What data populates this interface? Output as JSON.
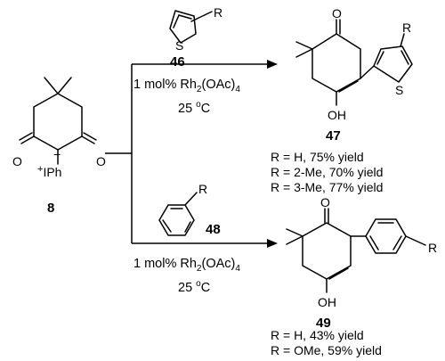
{
  "starting_material": {
    "number": "8",
    "iodonium_label": "+IPh"
  },
  "top_reaction": {
    "reagent_number": "46",
    "reagent_substituent": "R",
    "heteroatom": "S",
    "conditions_line1": "1 mol% Rh2(OAc)4",
    "catalyst_prefix": "1 mol% Rh",
    "catalyst_sub1": "2",
    "catalyst_mid": "(OAc)",
    "catalyst_sub2": "4",
    "temp_value": "25 ",
    "temp_degree": "o",
    "temp_unit": "C",
    "product_number": "47",
    "product_oh": "OH",
    "product_heteroatom": "S",
    "product_substituent": "R",
    "yields": [
      "R = H, 75% yield",
      "R = 2-Me, 70% yield",
      "R = 3-Me, 77% yield"
    ]
  },
  "bottom_reaction": {
    "reagent_number": "48",
    "reagent_substituent": "R",
    "catalyst_prefix": "1 mol% Rh",
    "catalyst_sub1": "2",
    "catalyst_mid": "(OAc)",
    "catalyst_sub2": "4",
    "temp_value": "25 ",
    "temp_degree": "o",
    "temp_unit": "C",
    "product_number": "49",
    "product_oh": "OH",
    "product_substituent": "R",
    "yields": [
      "R = H, 43% yield",
      "R = OMe, 59% yield"
    ]
  },
  "atoms": {
    "oxygen": "O",
    "iodonium_plus": "+",
    "iodonium_text": "IPh",
    "charge_minus": "−"
  }
}
